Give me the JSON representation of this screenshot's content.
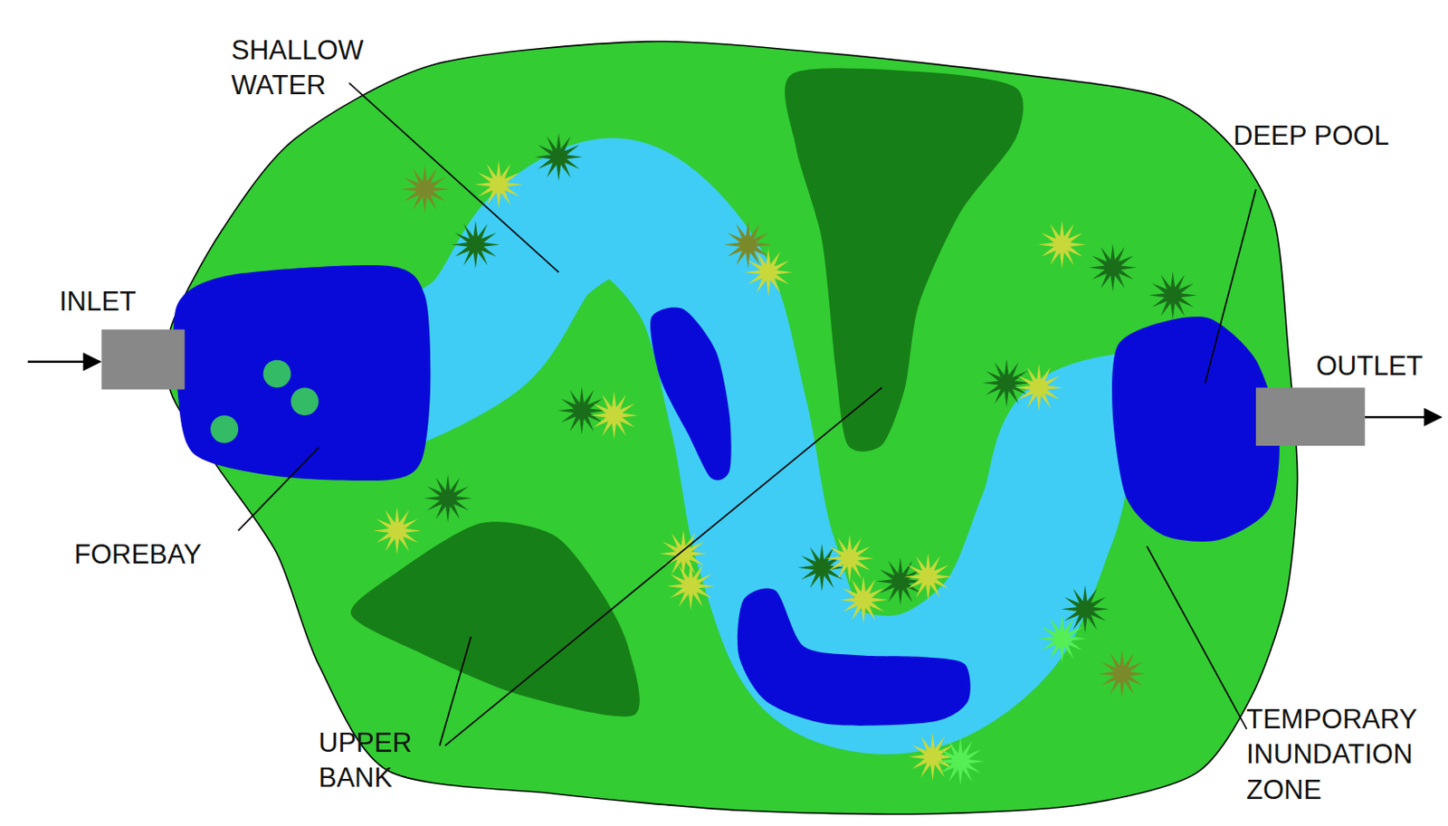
{
  "diagram": {
    "labels": [
      "SHALLOW WATER",
      "INLET",
      "FOREBAY",
      "UPPER BANK",
      "DEEP POOL",
      "OUTLET",
      "TEMPORARY INUNDATION ZONE"
    ]
  }
}
